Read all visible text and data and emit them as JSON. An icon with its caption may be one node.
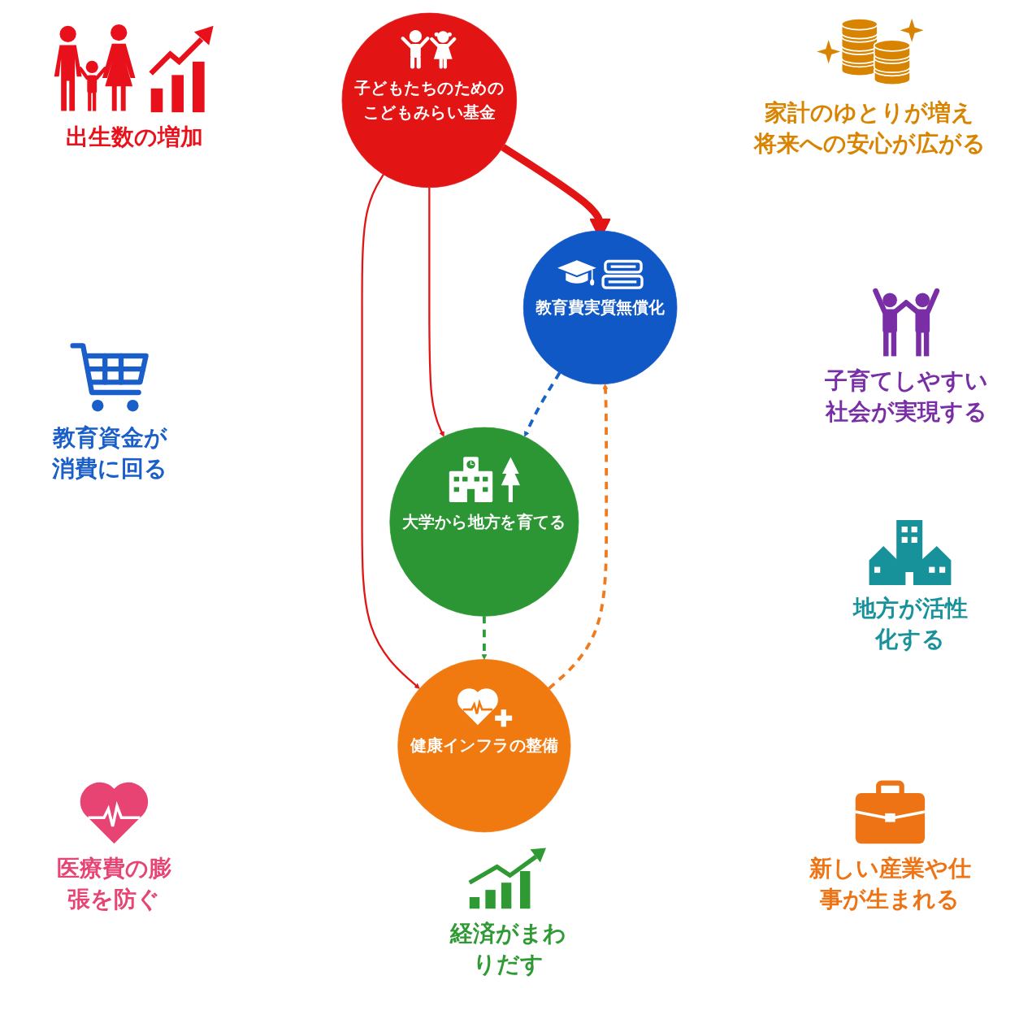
{
  "diagram": {
    "nodes": [
      {
        "text": [
          "子どもたちのための",
          "こどもみらい基金"
        ]
      },
      {
        "text": [
          "教育費実質無償化"
        ]
      },
      {
        "text": [
          "健康インフラの整備"
        ]
      },
      {
        "text": [
          "大学から地方を育てる"
        ]
      }
    ],
    "edges": [
      {
        "from": 0,
        "to": 1,
        "arrow": "to",
        "style": "thick"
      },
      {
        "from": 0,
        "to": 2,
        "arrow": "to"
      },
      {
        "from": 0,
        "to": 3,
        "arrow": "to"
      },
      {
        "from": 1,
        "to": 3,
        "arrow": "to",
        "style": "dashed",
        "color": "#1565c8"
      },
      {
        "from": 3,
        "to": 2,
        "arrow": "to",
        "style": "dashed",
        "color": "#2e9a3a"
      },
      {
        "from": 2,
        "to": 1,
        "arrow": "to",
        "style": "dashed",
        "color": "#f07a1c"
      }
    ],
    "labels": [
      "出生数の増加",
      "家計のゆとりが増え将来への安心が広がる",
      "子育てしやすい社会が実現する",
      "教育資金が消費に回る",
      "地方が活性化する",
      "医療費の膨張を防ぐ",
      "経済がまわりだす",
      "新しい産業や仕事が生まれる"
    ]
  }
}
